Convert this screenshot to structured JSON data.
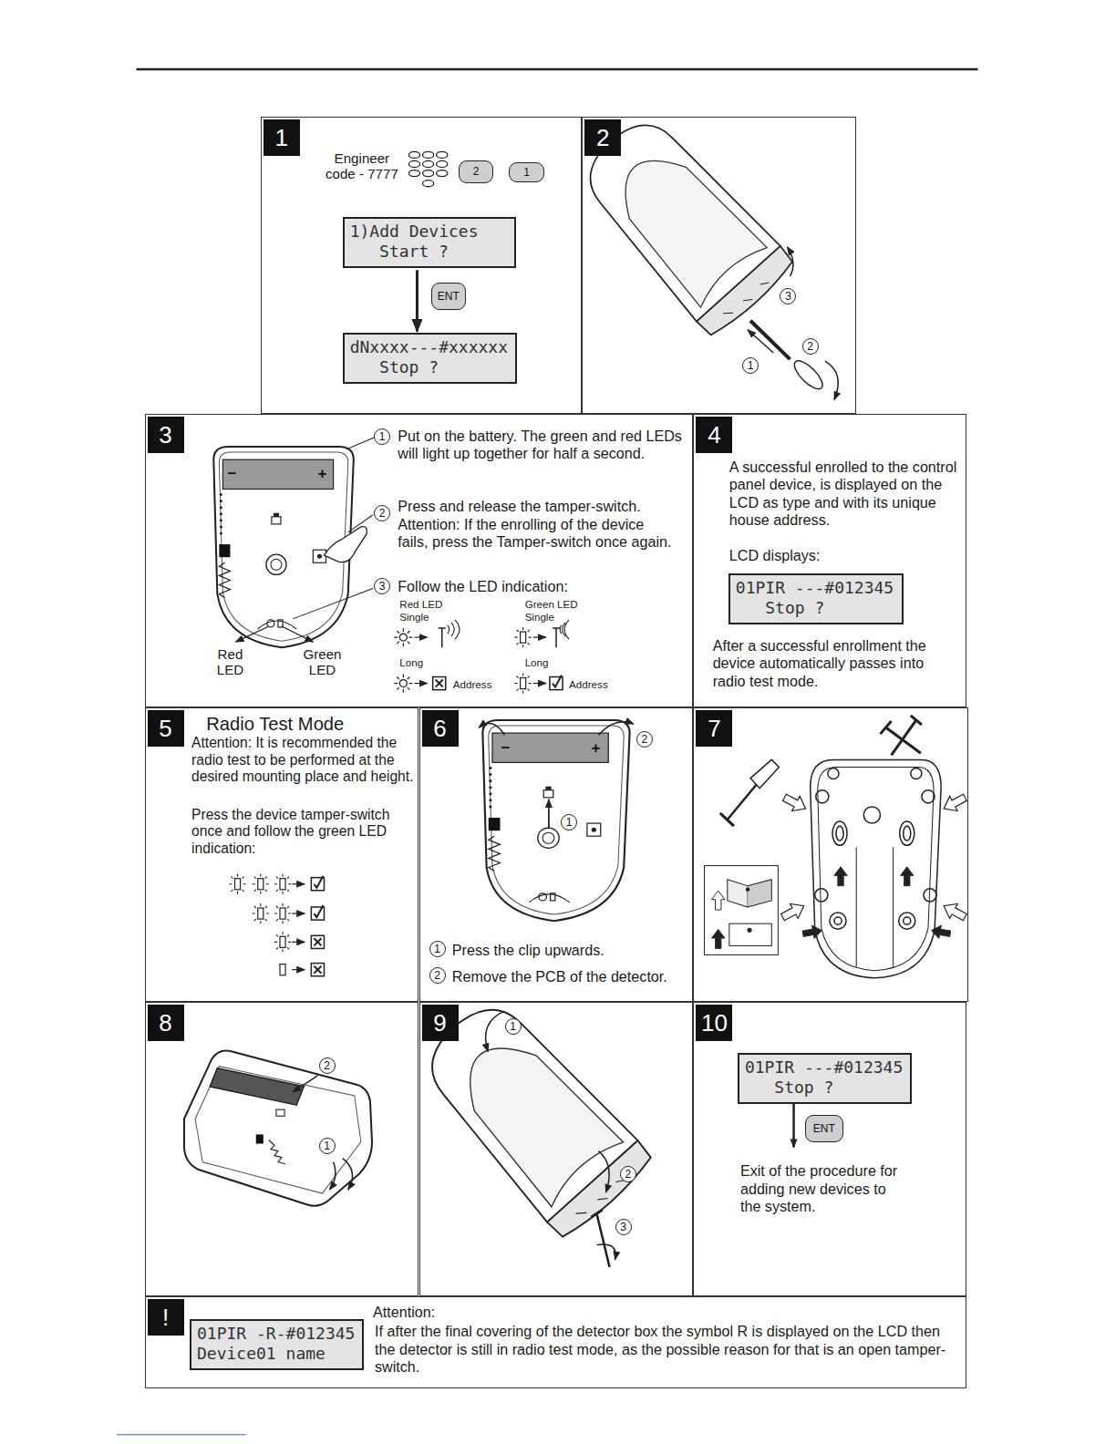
{
  "diagram": {
    "nodes": [
      {
        "text": [
          "1"
        ]
      },
      {
        "text": [
          "2"
        ],
        "in": 0
      },
      {
        "text": [
          "1"
        ],
        "in": 0
      },
      {
        "text": [
          "1)Add Devices",
          "Start ?"
        ],
        "in": 0
      },
      {
        "text": [
          "ENT"
        ],
        "in": 0
      },
      {
        "text": [
          "dNxxxx---#xxxxxx",
          "Stop ?"
        ],
        "in": 0
      },
      {
        "text": [
          "2"
        ]
      },
      {
        "text": [
          "3",
          "Put on the battery. The green and red LEDs will light up together for half a second.",
          "Press and release the tamper-switch. Attention: If the enrolling of the device fails, press the Tamper-switch once again.",
          "Follow the LED indication:",
          "Red LED Single",
          "Green LED Single",
          "Long",
          "Long",
          "Address",
          "Address"
        ]
      },
      {
        "text": [
          "4",
          "A successful enrolled to the control panel device, is displayed on the LCD as type and with its unique house address.",
          "LCD displays:",
          "After a successful enrollment the device automatically passes into radio test mode."
        ]
      },
      {
        "text": [
          "01PIR ---#012345",
          "Stop ?"
        ],
        "in": 8
      },
      {
        "text": [
          "5",
          "Radio Test Mode",
          "Attention: It is recommended the radio test to be performed at the desired mounting place and height.",
          "Press the device tamper-switch once and follow the green LED indication:"
        ]
      },
      {
        "text": [
          "6",
          "Press the clip upwards.",
          "Remove the PCB of the detector."
        ]
      },
      {
        "text": [
          "7"
        ]
      },
      {
        "text": [
          "8"
        ]
      },
      {
        "text": [
          "9"
        ]
      },
      {
        "text": [
          "10",
          "Exit of the procedure for adding new devices to the system."
        ]
      },
      {
        "text": [
          "01PIR ---#012345",
          "Stop ?"
        ],
        "in": 15
      },
      {
        "text": [
          "ENT"
        ],
        "in": 15
      },
      {
        "text": [
          "!",
          "Attention:",
          "If after the final covering of the detector box the symbol R is displayed on the LCD then the detector is still in radio test mode, as the possible reason for that is an open tamper-switch."
        ]
      },
      {
        "text": [
          "01PIR -R-#012345",
          "Device01 name"
        ],
        "in": 18
      }
    ],
    "edges": [
      {
        "from": 3,
        "to": 5,
        "arrow": "to"
      }
    ],
    "labels": [
      "Engineer code - 7777",
      "3",
      "2",
      "1",
      "−",
      "+",
      "1",
      "2",
      "3",
      "Red LED",
      "Green LED",
      "2",
      "1",
      "−",
      "+",
      "1",
      "2",
      "2",
      "1",
      "1",
      "2",
      "3"
    ]
  }
}
